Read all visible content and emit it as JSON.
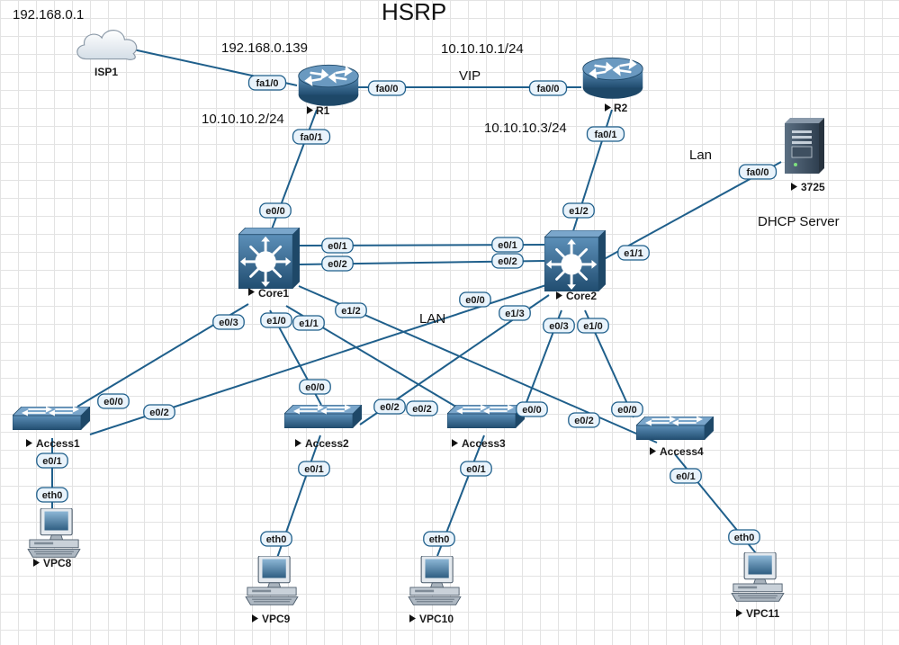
{
  "title": "HSRP",
  "annotations": {
    "isp_ip": "192.168.0.1",
    "r1_outside_ip": "192.168.0.139",
    "vip_ip": "10.10.10.1/24",
    "vip_label": "VIP",
    "r1_inside_ip": "10.10.10.2/24",
    "r2_inside_ip": "10.10.10.3/24",
    "lan_upper": "Lan",
    "dhcp_server": "DHCP Server",
    "lan_lower": "LAN"
  },
  "devices": {
    "isp1": "ISP1",
    "r1": "R1",
    "r2": "R2",
    "core1": "Core1",
    "core2": "Core2",
    "server": "3725",
    "access1": "Access1",
    "access2": "Access2",
    "access3": "Access3",
    "access4": "Access4",
    "vpc8": "VPC8",
    "vpc9": "VPC9",
    "vpc10": "VPC10",
    "vpc11": "VPC11"
  },
  "device_icons": {
    "isp1": "cloud-icon",
    "r1": "router-icon",
    "r2": "router-icon",
    "core1": "multilayer-switch-icon",
    "core2": "multilayer-switch-icon",
    "server": "server-icon",
    "access1": "switch-icon",
    "access2": "switch-icon",
    "access3": "switch-icon",
    "access4": "switch-icon",
    "vpc8": "pc-icon",
    "vpc9": "pc-icon",
    "vpc10": "pc-icon",
    "vpc11": "pc-icon"
  },
  "ports": {
    "isp_r1_r1": "fa1/0",
    "r1_r2_r1": "fa0/0",
    "r1_r2_r2": "fa0/0",
    "r1_core1_r1": "fa0/1",
    "r1_core1_core1": "e0/0",
    "r2_core2_r2": "fa0/1",
    "r2_core2_core2": "e1/2",
    "core_link1_core1": "e0/1",
    "core_link1_core2": "e0/1",
    "core_link2_core1": "e0/2",
    "core_link2_core2": "e0/2",
    "core2_server_core2": "e1/1",
    "core2_server_server": "fa0/0",
    "core1_access1_core1": "e0/3",
    "core1_access1_access1": "e0/0",
    "core1_access2_core1": "e1/0",
    "core1_access2_access2": "e0/0",
    "core1_access3_core1": "e1/1",
    "core1_access3_access3": "e0/2",
    "core1_access4_core1": "e1/2",
    "core1_access4_access4": "e0/2",
    "core2_access1_core2": "e0/0",
    "core2_access1_access1": "e0/2",
    "core2_access2_core2": "e1/3",
    "core2_access2_access2": "e0/2",
    "core2_access3_core2": "e0/3",
    "core2_access3_access3": "e0/0",
    "core2_access4_core2": "e1/0",
    "core2_access4_access4": "e0/0",
    "access1_vpc8_access1": "e0/1",
    "access1_vpc8_vpc8": "eth0",
    "access2_vpc9_access2": "e0/1",
    "access2_vpc9_vpc9": "eth0",
    "access3_vpc10_access3": "e0/1",
    "access3_vpc10_vpc10": "eth0",
    "access4_vpc11_access4": "e0/1",
    "access4_vpc11_vpc11": "eth0"
  },
  "colors": {
    "link": "#1f5f8b",
    "router": "#2b5f86",
    "switch": "#2b5f86",
    "port_fill": "#e9f3fb"
  }
}
